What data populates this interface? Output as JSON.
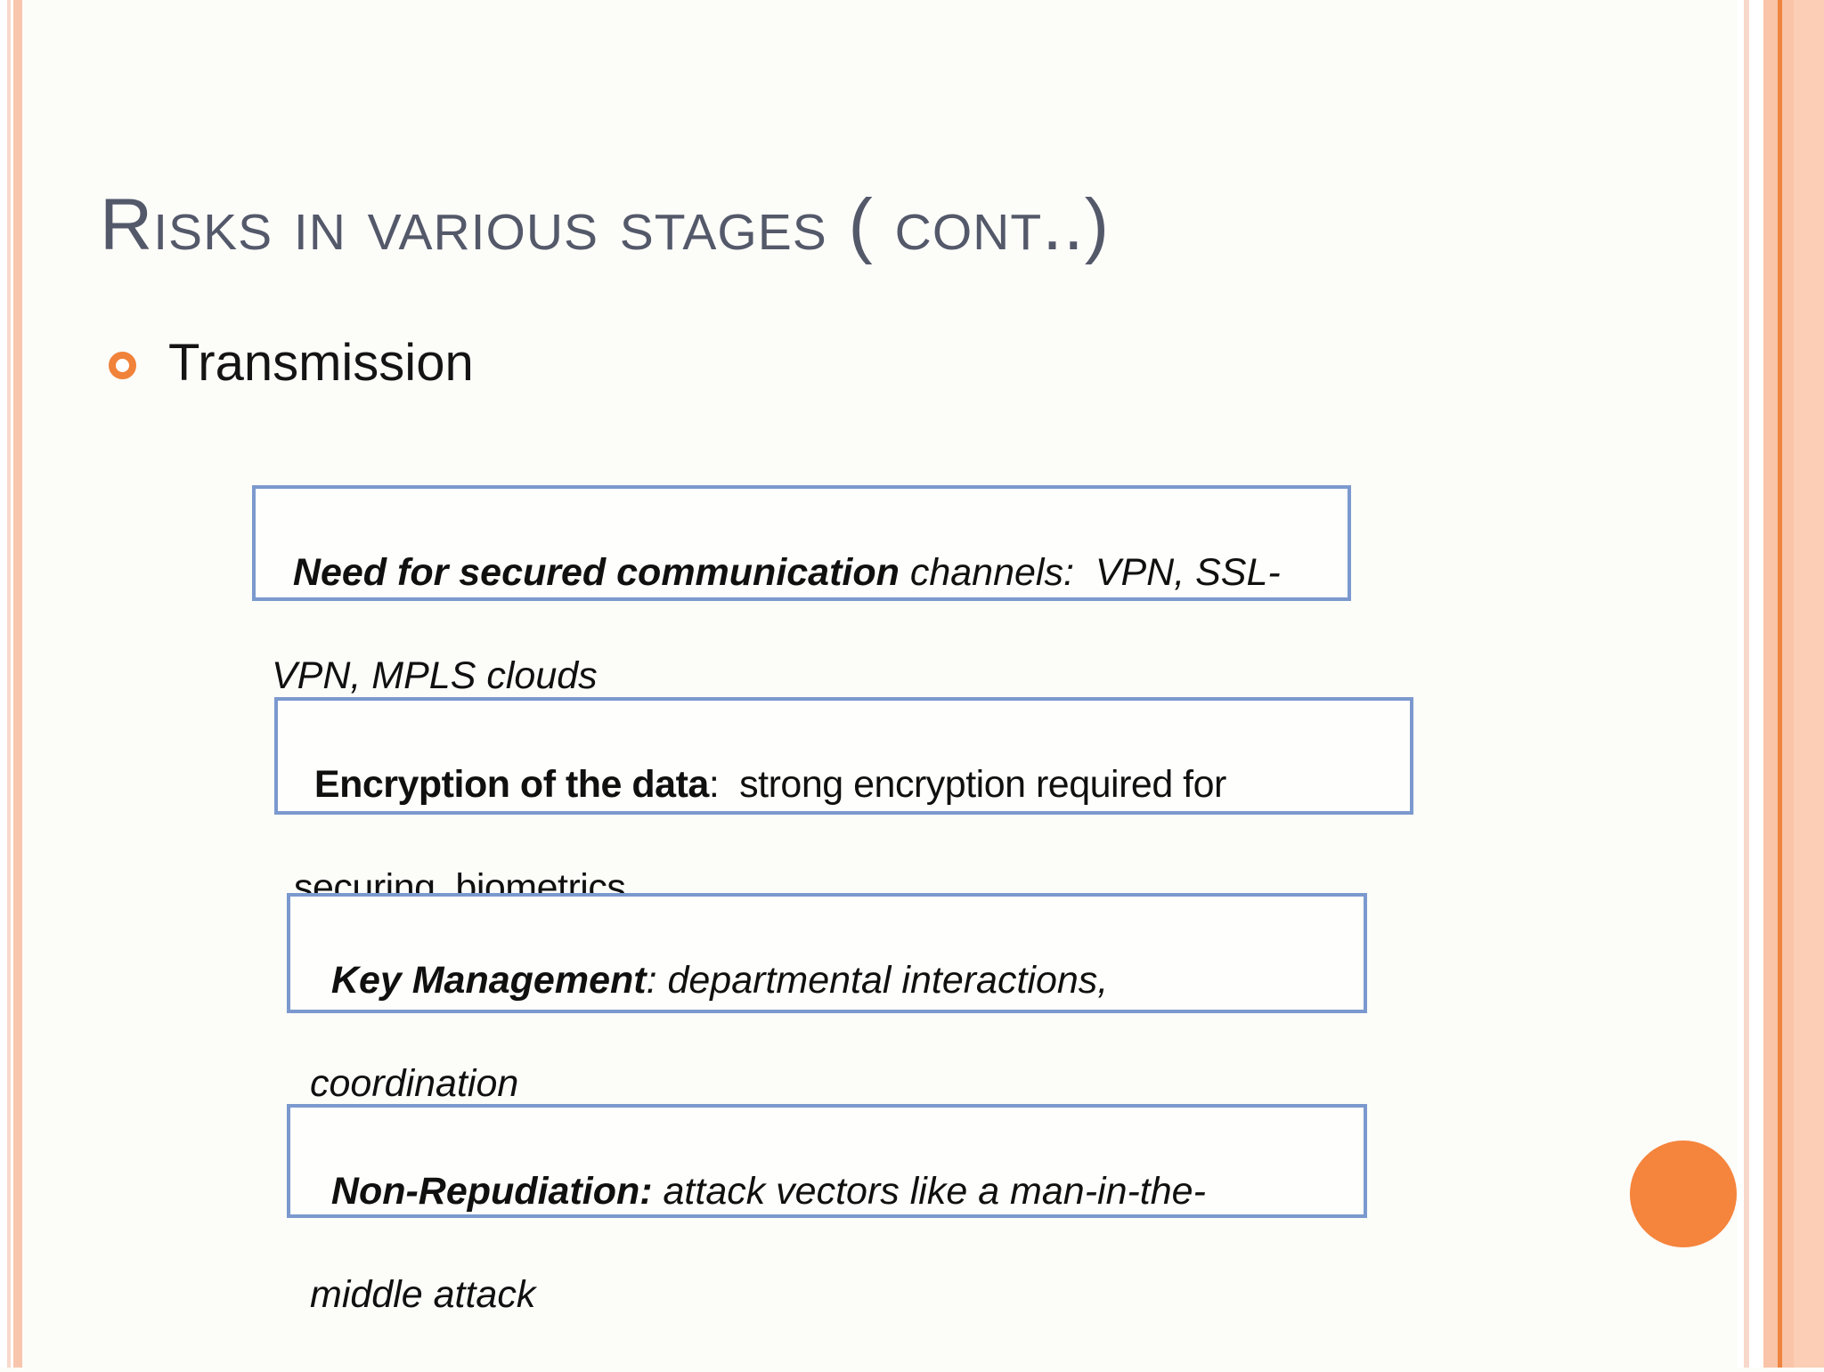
{
  "title": {
    "text": "Risks in various stages ( cont..)"
  },
  "bullet": {
    "label": "Transmission"
  },
  "boxes": [
    {
      "line1_lead": "Need for secured communication",
      "line1_rest": " channels:  VPN, SSL-",
      "line2": "VPN, MPLS clouds"
    },
    {
      "line1_lead": "Encryption of the data",
      "line1_rest": ":  strong encryption required for",
      "line2": "securing  biometrics"
    },
    {
      "line1_lead": "Key Management",
      "line1_rest": ": departmental interactions,",
      "line2": "coordination"
    },
    {
      "line1_lead": "Non-Repudiation:",
      "line1_rest": " attack vectors like a man-in-the-",
      "line2": "middle attack"
    }
  ],
  "colors": {
    "accent_orange": "#f5843c",
    "bullet_orange": "#f0823a",
    "stripe_salmon": "#f8c6ac",
    "stripe_pale": "#f8d8cb",
    "right_band_line": "#ef8440",
    "box_border_blue": "#7b99ce",
    "title_gray": "#54596a"
  }
}
